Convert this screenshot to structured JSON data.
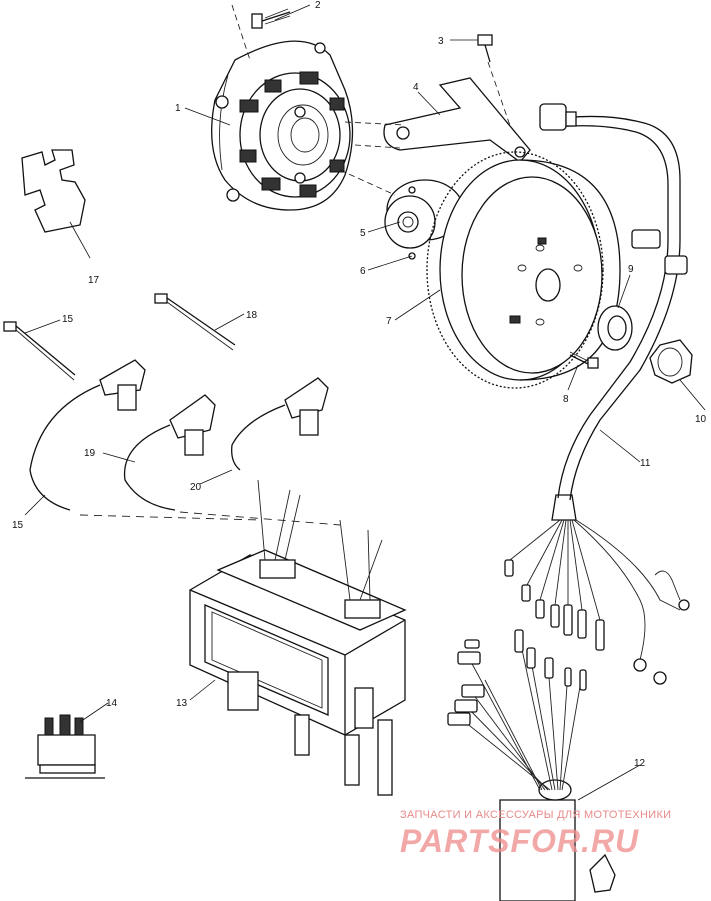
{
  "callouts": [
    {
      "id": "1",
      "text": "1"
    },
    {
      "id": "2",
      "text": "2"
    },
    {
      "id": "3",
      "text": "3"
    },
    {
      "id": "4",
      "text": "4"
    },
    {
      "id": "5",
      "text": "5"
    },
    {
      "id": "6",
      "text": "6"
    },
    {
      "id": "7",
      "text": "7"
    },
    {
      "id": "8",
      "text": "8"
    },
    {
      "id": "9",
      "text": "9"
    },
    {
      "id": "10",
      "text": "10"
    },
    {
      "id": "11",
      "text": "11"
    },
    {
      "id": "12",
      "text": "12"
    },
    {
      "id": "13",
      "text": "13"
    },
    {
      "id": "14",
      "text": "14"
    },
    {
      "id": "15a",
      "text": "15"
    },
    {
      "id": "15b",
      "text": "15"
    },
    {
      "id": "17",
      "text": "17"
    },
    {
      "id": "18",
      "text": "18"
    },
    {
      "id": "19",
      "text": "19"
    },
    {
      "id": "20",
      "text": "20"
    }
  ],
  "watermark": {
    "caption": "ЗАПЧАСТИ И АКСЕССУАРЫ ДЛЯ МОТОТЕХНИКИ",
    "logo": "PARTSFOR.RU",
    "color": "#e88a8a"
  }
}
